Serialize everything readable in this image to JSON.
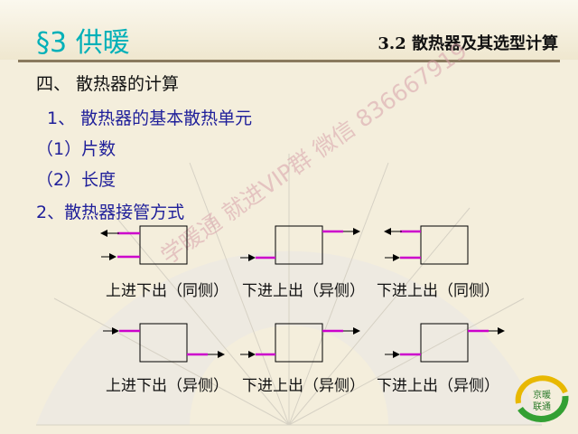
{
  "header": {
    "section_title": "§3 供暖",
    "subsection_title": "3.2 散热器及其选型计算"
  },
  "content": {
    "heading": "四、 散热器的计算",
    "item1": "1、 散热器的基本散热单元",
    "item1a": "（1）片数",
    "item1b": "（2）长度",
    "item2": "2、散热器接管方式"
  },
  "captions": {
    "row1": [
      "上进下出（同侧）",
      "下进上出（异侧）",
      "下进上出（同侧）"
    ],
    "row2": [
      "上进下出（异侧）",
      "下进上出（异侧）",
      "下进上出（异侧）"
    ]
  },
  "watermark": "学暖通 就进VIP群 微信 836667919",
  "logo": {
    "text_top": "京暖",
    "text_bottom": "联通"
  },
  "colors": {
    "section_title": "#00b0b8",
    "blue_text": "#1f1f9a",
    "pipe_magenta": "#cc00cc",
    "rule": "#8a7a5e"
  }
}
